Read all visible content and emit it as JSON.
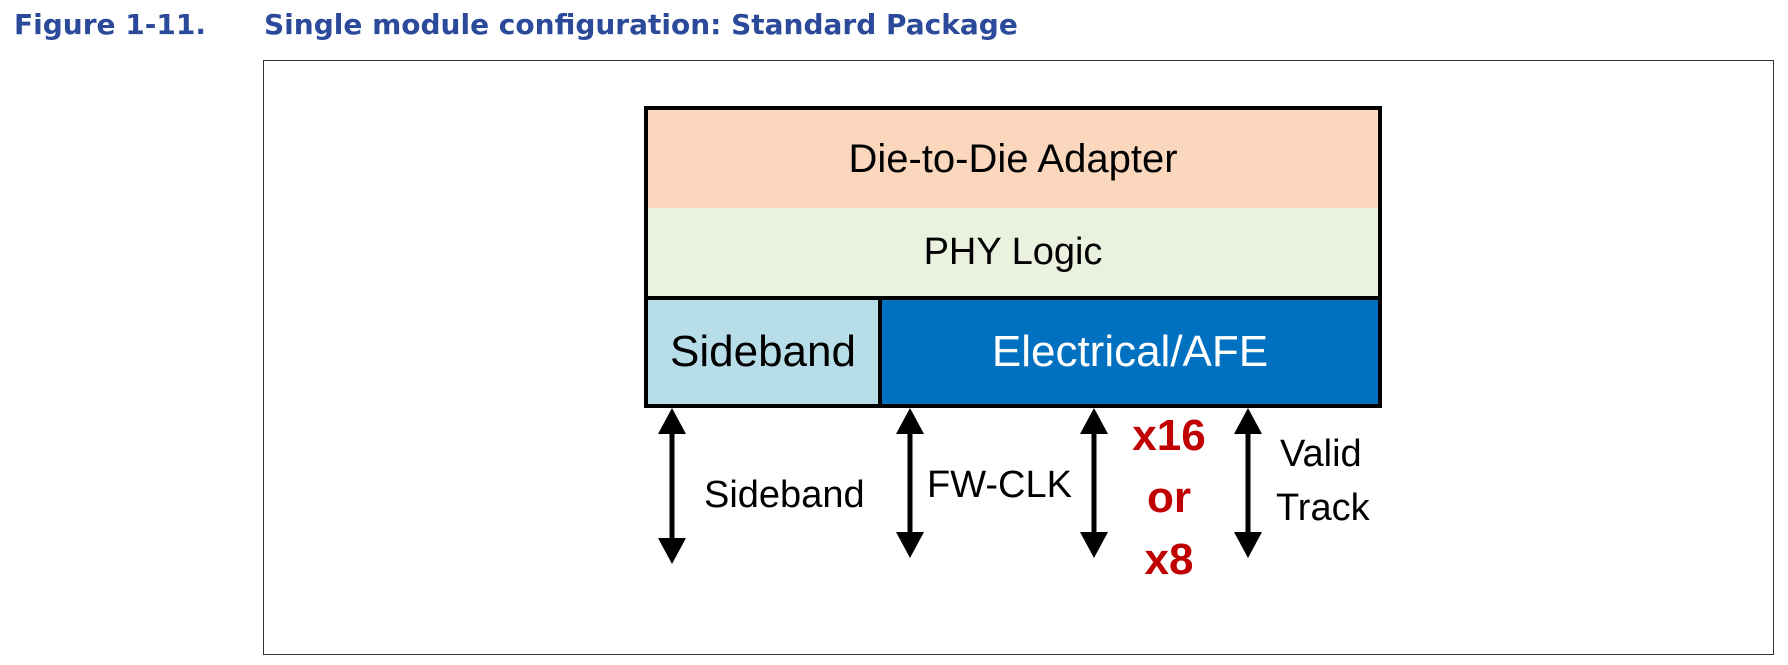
{
  "figure": {
    "number": "Figure 1-11.",
    "title": "Single module configuration: Standard Package"
  },
  "blocks": {
    "adapter": "Die-to-Die Adapter",
    "phy_logic": "PHY Logic",
    "sideband": "Sideband",
    "afe": "Electrical/AFE"
  },
  "signals": {
    "sideband": "Sideband",
    "fw_clk": "FW-CLK",
    "width": [
      "x16",
      "or",
      "x8"
    ],
    "valid": "Valid",
    "track": "Track"
  },
  "colors": {
    "caption": "#2b4a9a",
    "adapter": "#fad7bd",
    "phy_logic": "#ebf1df",
    "sideband": "#b7dde8",
    "afe": "#0070c0",
    "width_label": "#c00000"
  }
}
